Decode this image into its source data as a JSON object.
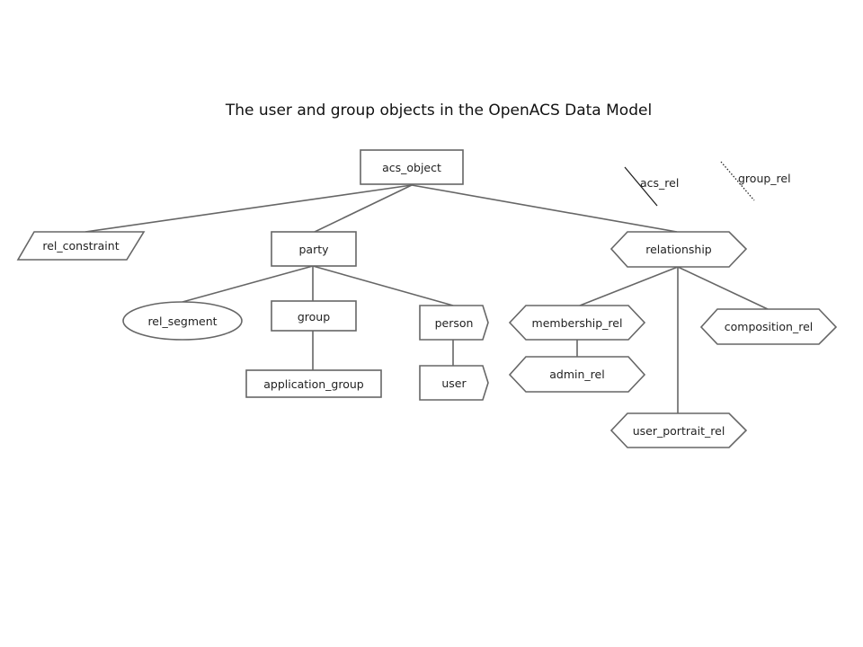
{
  "title": "The user and group objects in the OpenACS Data Model",
  "nodes": {
    "acs_object": "acs_object",
    "rel_constraint": "rel_constraint",
    "party": "party",
    "relationship": "relationship",
    "rel_segment": "rel_segment",
    "group": "group",
    "person": "person",
    "application_group": "application_group",
    "user": "user",
    "membership_rel": "membership_rel",
    "admin_rel": "admin_rel",
    "composition_rel": "composition_rel",
    "user_portrait_rel": "user_portrait_rel"
  },
  "legend": {
    "acs_rel": "acs_rel",
    "group_rel": "group_rel"
  },
  "colors": {
    "stroke": "#666666",
    "text": "#222222",
    "background": "#ffffff"
  }
}
